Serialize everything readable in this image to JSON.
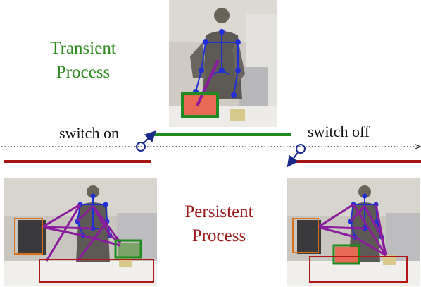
{
  "transient": {
    "line1": "Transient",
    "line2": "Process",
    "color": "#2e8b1e"
  },
  "persistent": {
    "line1": "Persistent",
    "line2": "Process",
    "color": "#9b1b1b"
  },
  "switch_on": "switch on",
  "switch_off": "switch off",
  "colors": {
    "skeleton": "#1f2fd6",
    "relation": "#8a1a9e",
    "object_box_green": "#1f8a1f",
    "chair_box": "#d9701a",
    "table_box": "#b01818",
    "timeline_red": "#a51515",
    "timeline_green": "#1f8a1f",
    "arrow": "#1a2a8a"
  },
  "icons": [
    "switch-on-arrow-icon",
    "switch-off-arrow-icon",
    "timeline-arrow-icon"
  ]
}
